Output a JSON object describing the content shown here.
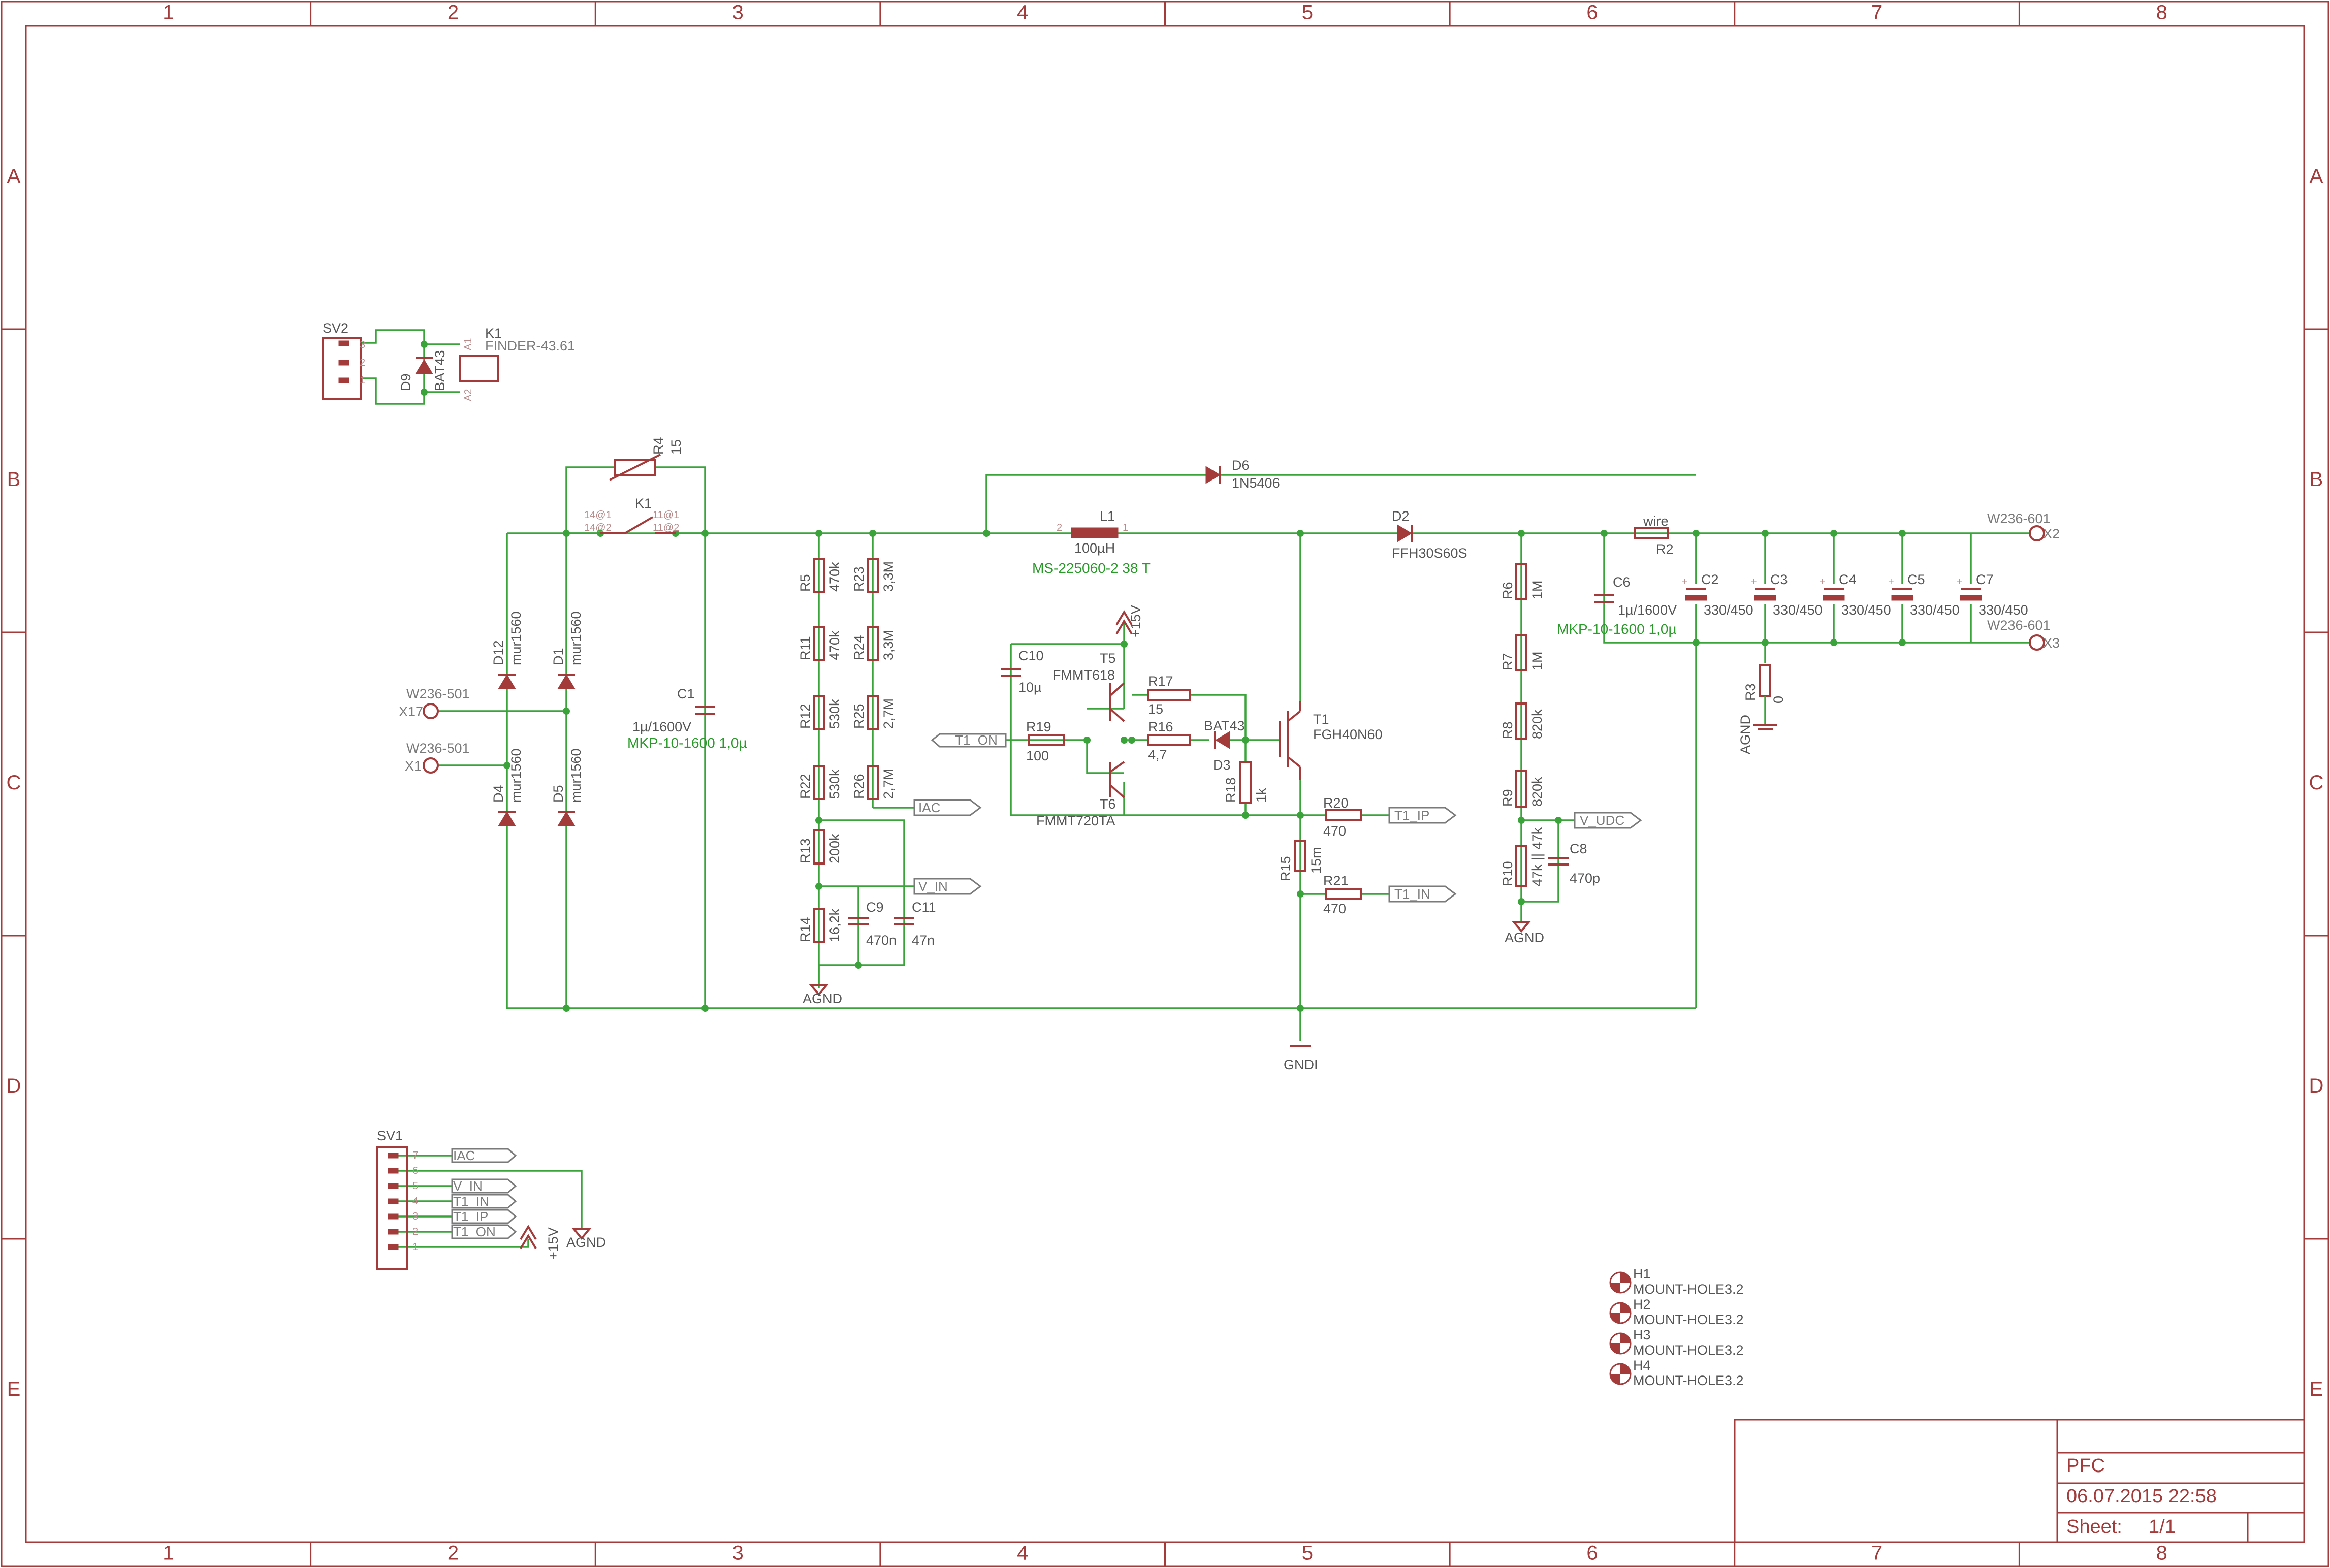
{
  "frame": {
    "columns": [
      "1",
      "2",
      "3",
      "4",
      "5",
      "6",
      "7",
      "8"
    ],
    "rows": [
      "A",
      "B",
      "C",
      "D",
      "E"
    ]
  },
  "title_block": {
    "title": "PFC",
    "date": "06.07.2015 22:58",
    "sheet_label": "Sheet:",
    "sheet_value": "1/1"
  },
  "connectors": {
    "sv2": {
      "name": "SV2",
      "pins": [
        "3",
        "2",
        "1"
      ]
    },
    "sv1": {
      "name": "SV1",
      "pins": [
        "7",
        "6",
        "5",
        "4",
        "3",
        "2",
        "1"
      ]
    }
  },
  "relay": {
    "name": "K1",
    "type": "FINDER-43.61",
    "pin_a1": "A1",
    "pin_a2": "A2",
    "contact_name": "K1",
    "pins": [
      "14@1",
      "14@2",
      "11@1",
      "11@2"
    ]
  },
  "diodes": {
    "d9": {
      "name": "D9",
      "value": "BAT43"
    },
    "d12": {
      "name": "D12",
      "value": "mur1560"
    },
    "d1": {
      "name": "D1",
      "value": "mur1560"
    },
    "d4": {
      "name": "D4",
      "value": "mur1560"
    },
    "d5": {
      "name": "D5",
      "value": "mur1560"
    },
    "d6": {
      "name": "D6",
      "value": "1N5406"
    },
    "d2": {
      "name": "D2",
      "value": "FFH30S60S"
    },
    "d3": {
      "name": "D3",
      "value": "BAT43"
    }
  },
  "terminals": {
    "x17": {
      "name": "X17",
      "type": "W236-501"
    },
    "x1": {
      "name": "X1",
      "type": "W236-501"
    },
    "x2": {
      "name": "X2",
      "type": "W236-601"
    },
    "x3": {
      "name": "X3",
      "type": "W236-601"
    }
  },
  "ntc": {
    "name": "R4",
    "value": "15"
  },
  "capacitors": {
    "c1": {
      "name": "C1",
      "value": "1µ/1600V",
      "part": "MKP-10-1600 1,0µ"
    },
    "c6": {
      "name": "C6",
      "value": "1µ/1600V",
      "part": "MKP-10-1600 1,0µ"
    },
    "c2": {
      "name": "C2",
      "value": "330/450"
    },
    "c3": {
      "name": "C3",
      "value": "330/450"
    },
    "c4": {
      "name": "C4",
      "value": "330/450"
    },
    "c5": {
      "name": "C5",
      "value": "330/450"
    },
    "c7": {
      "name": "C7",
      "value": "330/450"
    },
    "c9": {
      "name": "C9",
      "value": "470n"
    },
    "c11": {
      "name": "C11",
      "value": "47n"
    },
    "c10": {
      "name": "C10",
      "value": "10µ"
    },
    "c8": {
      "name": "C8",
      "value": "470p"
    }
  },
  "resistors": {
    "r5": {
      "name": "R5",
      "value": "470k"
    },
    "r11": {
      "name": "R11",
      "value": "470k"
    },
    "r12": {
      "name": "R12",
      "value": "530k"
    },
    "r22": {
      "name": "R22",
      "value": "530k"
    },
    "r13": {
      "name": "R13",
      "value": "200k"
    },
    "r14": {
      "name": "R14",
      "value": "16,2k"
    },
    "r23": {
      "name": "R23",
      "value": "3,3M"
    },
    "r24": {
      "name": "R24",
      "value": "3,3M"
    },
    "r25": {
      "name": "R25",
      "value": "2,7M"
    },
    "r26": {
      "name": "R26",
      "value": "2,7M"
    },
    "r19": {
      "name": "R19",
      "value": "100"
    },
    "r17": {
      "name": "R17",
      "value": "15"
    },
    "r16": {
      "name": "R16",
      "value": "4,7"
    },
    "r18": {
      "name": "R18",
      "value": "1k"
    },
    "r20": {
      "name": "R20",
      "value": "470"
    },
    "r21": {
      "name": "R21",
      "value": "470"
    },
    "r15": {
      "name": "R15",
      "value": "15m"
    },
    "r6": {
      "name": "R6",
      "value": "1M"
    },
    "r7": {
      "name": "R7",
      "value": "1M"
    },
    "r8": {
      "name": "R8",
      "value": "820k"
    },
    "r9": {
      "name": "R9",
      "value": "820k"
    },
    "r10": {
      "name": "R10",
      "value": "47k || 47k"
    },
    "r2": {
      "name": "R2",
      "value": "wire"
    },
    "r3": {
      "name": "R3",
      "value": "0"
    }
  },
  "inductor": {
    "name": "L1",
    "value": "100µH",
    "part": "MS-225060-2 38 T",
    "pin1": "1",
    "pin2": "2"
  },
  "transistors": {
    "t5": {
      "name": "T5",
      "value": "FMMT618"
    },
    "t6": {
      "name": "T6",
      "value": "FMMT720TA"
    },
    "t1": {
      "name": "T1",
      "value": "FGH40N60"
    }
  },
  "supplies": {
    "v15": "+15V",
    "agnd": "AGND",
    "gndi": "GNDI"
  },
  "signals": {
    "iac": "IAC",
    "v_in": "V_IN",
    "t1_on": "T1_ON",
    "t1_ip": "T1_IP",
    "t1_in": "T1_IN",
    "v_udc": "V_UDC"
  },
  "mount_holes": [
    {
      "name": "H1",
      "value": "MOUNT-HOLE3.2"
    },
    {
      "name": "H2",
      "value": "MOUNT-HOLE3.2"
    },
    {
      "name": "H3",
      "value": "MOUNT-HOLE3.2"
    },
    {
      "name": "H4",
      "value": "MOUNT-HOLE3.2"
    }
  ]
}
